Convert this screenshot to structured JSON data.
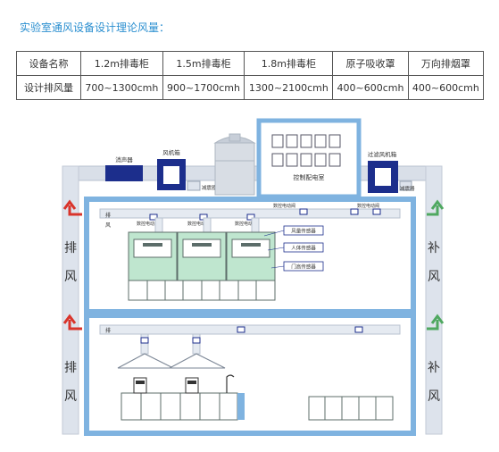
{
  "title": "实验室通风设备设计理论风量：",
  "table": {
    "header": [
      "设备名称",
      "1.2m排毒柜",
      "1.5m排毒柜",
      "1.8m排毒柜",
      "原子吸收罩",
      "万向排烟罩"
    ],
    "row": [
      "设计排风量",
      "700~1300cmh",
      "900~1700cmh",
      "1300~2100cmh",
      "400~600cmh",
      "400~600cmh"
    ]
  },
  "diagram": {
    "silencer": "消声器",
    "fan_box": "风机箱",
    "damper_left": "减震器",
    "control_room": "控制配电室",
    "filter_fan_box": "过滤风机箱",
    "damper_right": "减震器",
    "exhaust_left_chars": [
      "排",
      "风"
    ],
    "supply_right_chars": [
      "补",
      "风"
    ],
    "exhaust_left_lower_chars": [
      "排",
      "风"
    ],
    "supply_right_lower_chars": [
      "补",
      "风"
    ],
    "valve_label": "数控电动阀",
    "sensors": [
      "风量传感器",
      "人体传感器",
      "门高传感器"
    ],
    "floor_small_left": "排",
    "floor_small_sub": "风"
  },
  "colors": {
    "accent": "#2b8fd0",
    "wall": "#7fb3e0",
    "duct": "#d9dfe8",
    "fan_box": "#1c2e8c",
    "arrow_red": "#d9342b",
    "arrow_green": "#4fa860",
    "fume_hood": "#bfe6cf"
  }
}
